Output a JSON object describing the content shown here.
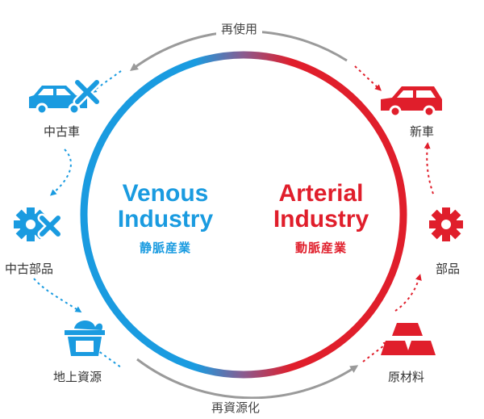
{
  "colors": {
    "venous": "#1a9be0",
    "arterial": "#e01e2b",
    "arrow_gray": "#9a9a9a"
  },
  "venous": {
    "title_line1": "Venous",
    "title_line2": "Industry",
    "subtitle": "静脈産業"
  },
  "arterial": {
    "title_line1": "Arterial",
    "title_line2": "Industry",
    "subtitle": "動脈産業"
  },
  "top_arc_label": "再使用",
  "bottom_arc_label": "再資源化",
  "nodes": {
    "used_car": {
      "label": "中古車",
      "icon": "car-with-x-icon"
    },
    "used_parts": {
      "label": "中古部品",
      "icon": "gear-with-x-icon"
    },
    "urban_resources": {
      "label": "地上資源",
      "icon": "bucket-icon"
    },
    "raw_materials": {
      "label": "原材料",
      "icon": "ingots-icon"
    },
    "parts": {
      "label": "部品",
      "icon": "gear-icon"
    },
    "new_car": {
      "label": "新車",
      "icon": "car-icon"
    }
  }
}
